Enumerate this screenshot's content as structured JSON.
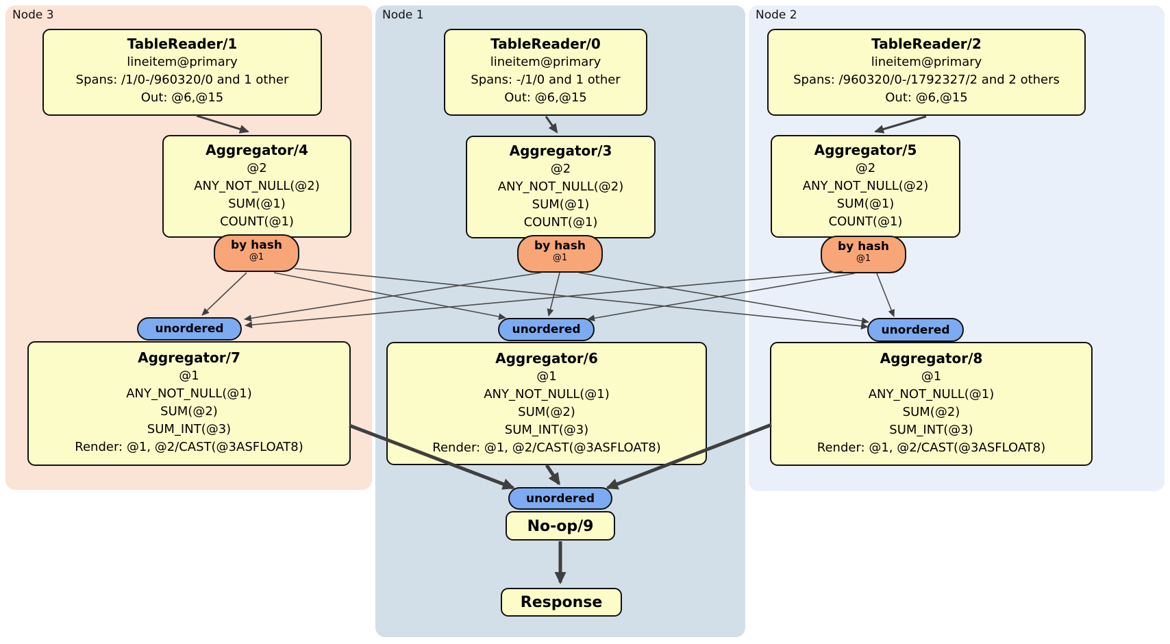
{
  "regions": [
    {
      "label": "Node 3"
    },
    {
      "label": "Node 1"
    },
    {
      "label": "Node 2"
    }
  ],
  "processors": [
    {
      "title": "TableReader/1",
      "lines": [
        "lineitem@primary",
        "Spans: /1/0-/960320/0 and 1 other",
        "Out: @6,@15"
      ]
    },
    {
      "title": "TableReader/0",
      "lines": [
        "lineitem@primary",
        "Spans: -/1/0 and 1 other",
        "Out: @6,@15"
      ]
    },
    {
      "title": "TableReader/2",
      "lines": [
        "lineitem@primary",
        "Spans: /960320/0-/1792327/2 and 2 others",
        "Out: @6,@15"
      ]
    },
    {
      "title": "Aggregator/4",
      "lines": [
        "@2",
        "ANY_NOT_NULL(@2)",
        "SUM(@1)",
        "COUNT(@1)"
      ]
    },
    {
      "title": "Aggregator/3",
      "lines": [
        "@2",
        "ANY_NOT_NULL(@2)",
        "SUM(@1)",
        "COUNT(@1)"
      ]
    },
    {
      "title": "Aggregator/5",
      "lines": [
        "@2",
        "ANY_NOT_NULL(@2)",
        "SUM(@1)",
        "COUNT(@1)"
      ]
    },
    {
      "title": "Aggregator/7",
      "lines": [
        "@1",
        "ANY_NOT_NULL(@1)",
        "SUM(@2)",
        "SUM_INT(@3)",
        "Render: @1, @2/CAST(@3ASFLOAT8)"
      ]
    },
    {
      "title": "Aggregator/6",
      "lines": [
        "@1",
        "ANY_NOT_NULL(@1)",
        "SUM(@2)",
        "SUM_INT(@3)",
        "Render: @1, @2/CAST(@3ASFLOAT8)"
      ]
    },
    {
      "title": "Aggregator/8",
      "lines": [
        "@1",
        "ANY_NOT_NULL(@1)",
        "SUM(@2)",
        "SUM_INT(@3)",
        "Render: @1, @2/CAST(@3ASFLOAT8)"
      ]
    },
    {
      "title": "No-op/9",
      "lines": []
    },
    {
      "title": "Response",
      "lines": []
    }
  ],
  "routers": [
    {
      "label": "by hash",
      "key": "@1"
    },
    {
      "label": "by hash",
      "key": "@1"
    },
    {
      "label": "by hash",
      "key": "@1"
    }
  ],
  "synchronizers": [
    {
      "label": "unordered"
    },
    {
      "label": "unordered"
    },
    {
      "label": "unordered"
    },
    {
      "label": "unordered"
    }
  ],
  "edges": [
    [
      "TableReader/1",
      "Aggregator/4"
    ],
    [
      "TableReader/0",
      "Aggregator/3"
    ],
    [
      "TableReader/2",
      "Aggregator/5"
    ],
    [
      "Aggregator/4",
      "Aggregator/7"
    ],
    [
      "Aggregator/4",
      "Aggregator/6"
    ],
    [
      "Aggregator/4",
      "Aggregator/8"
    ],
    [
      "Aggregator/3",
      "Aggregator/7"
    ],
    [
      "Aggregator/3",
      "Aggregator/6"
    ],
    [
      "Aggregator/3",
      "Aggregator/8"
    ],
    [
      "Aggregator/5",
      "Aggregator/7"
    ],
    [
      "Aggregator/5",
      "Aggregator/6"
    ],
    [
      "Aggregator/5",
      "Aggregator/8"
    ],
    [
      "Aggregator/7",
      "No-op/9"
    ],
    [
      "Aggregator/6",
      "No-op/9"
    ],
    [
      "Aggregator/8",
      "No-op/9"
    ],
    [
      "No-op/9",
      "Response"
    ]
  ],
  "colors": {
    "region_node3": "#fbe3d6",
    "region_node1": "#d2dfe9",
    "region_node2": "#eaf0f9",
    "processor_fill": "#fcfcc9",
    "router_fill": "#f8a678",
    "sync_fill": "#7dabf2",
    "edge": "#3f3f3f"
  }
}
